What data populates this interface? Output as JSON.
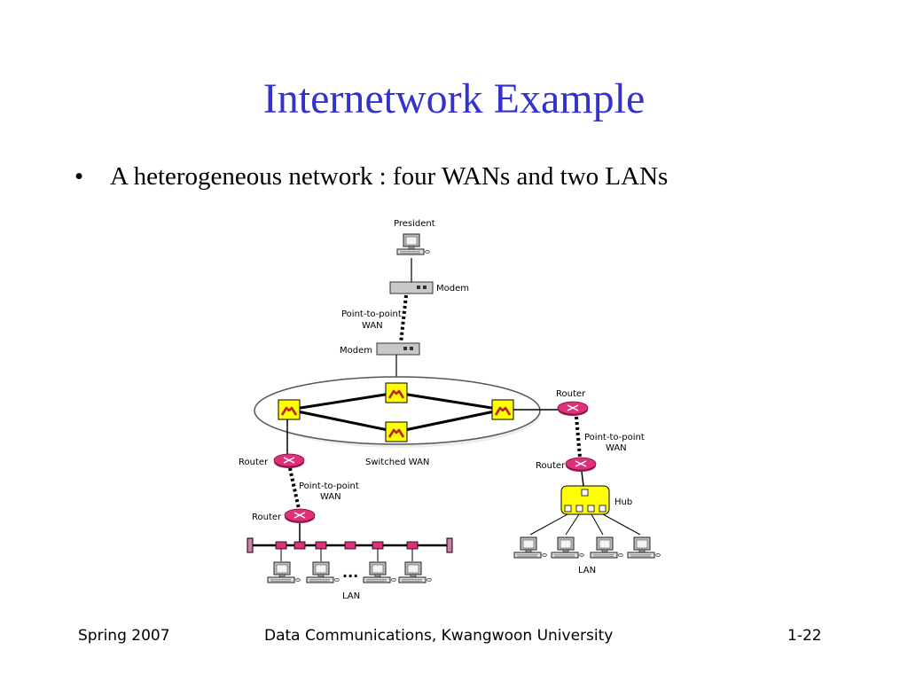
{
  "slide": {
    "title": "Internetwork Example",
    "bullet": "A heterogeneous network : four WANs and two LANs"
  },
  "diagram": {
    "president": "President",
    "modem_top": "Modem",
    "modem_bottom": "Modem",
    "p2p_wan_top": [
      "Point-to-point",
      "WAN"
    ],
    "switched_wan": "Switched WAN",
    "router_left": "Router",
    "router_left_lower": "Router",
    "p2p_wan_left": [
      "Point-to-point",
      "WAN"
    ],
    "router_right": "Router",
    "p2p_wan_right": [
      "Point-to-point",
      "WAN"
    ],
    "router_right_lower": "Router",
    "hub": "Hub",
    "lan_left": "LAN",
    "lan_right": "LAN",
    "ellipsis": "...",
    "icons": [
      "computer-icon",
      "modem-icon",
      "switch-icon",
      "router-icon",
      "hub-icon"
    ]
  },
  "footer": {
    "left": "Spring 2007",
    "center": "Data Communications, Kwangwoon University",
    "right": "1-22"
  },
  "colors": {
    "title": "#3333cc",
    "switch": "#ffff00",
    "router": "#e0307a",
    "hub": "#ffff00"
  }
}
